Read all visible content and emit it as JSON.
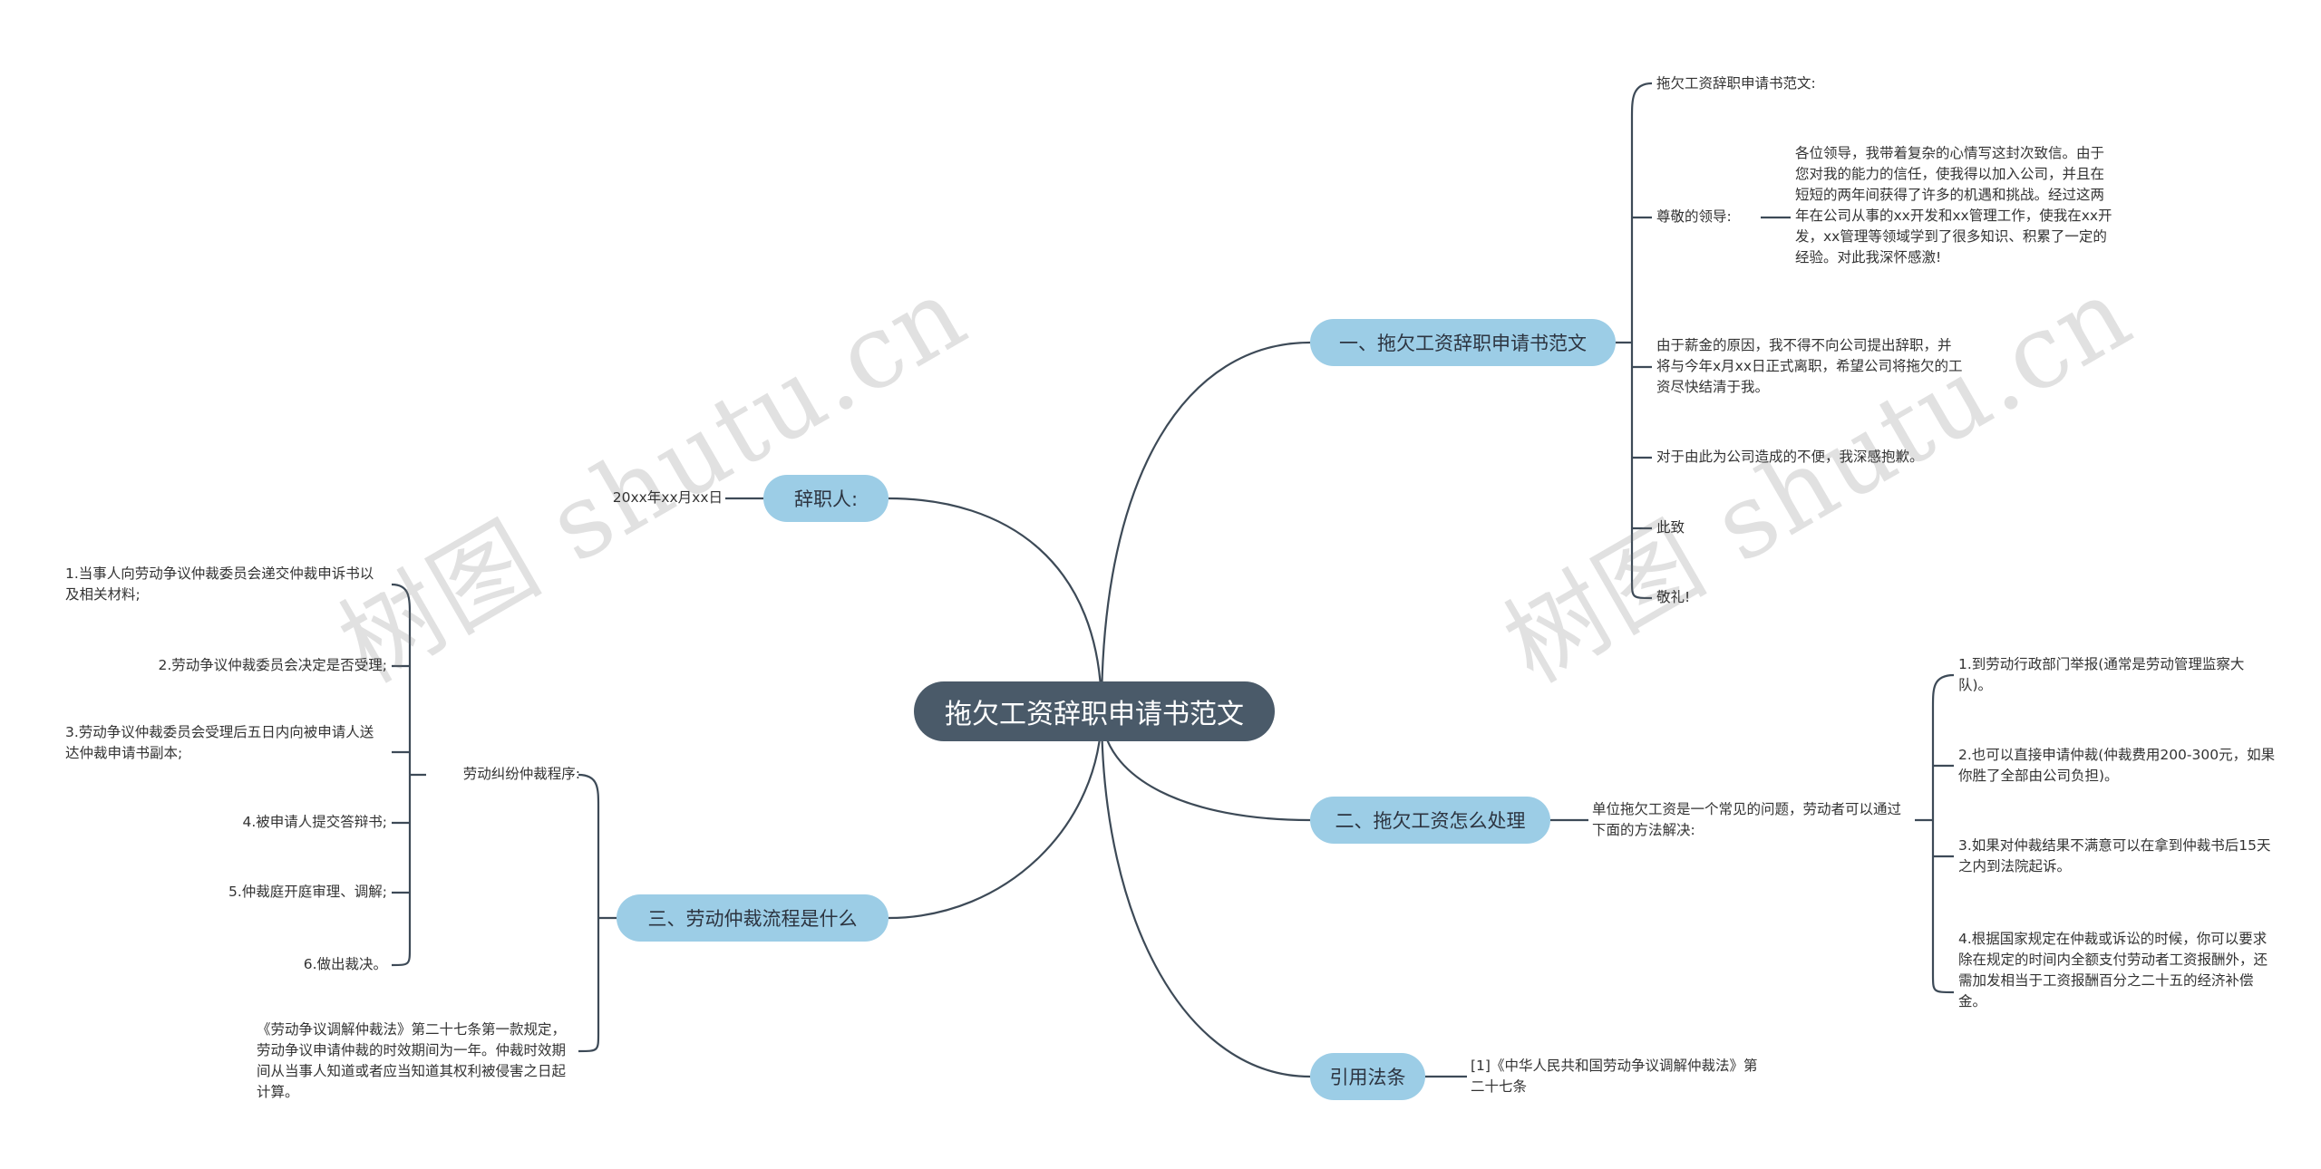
{
  "root": {
    "title": "拖欠工资辞职申请书范文"
  },
  "watermark": [
    "树图 shutu.cn",
    "树图 shutu.cn"
  ],
  "branch1": {
    "title": "一、拖欠工资辞职申请书范文",
    "items": [
      "拖欠工资辞职申请书范文:",
      "尊敬的领导:",
      "各位领导，我带着复杂的心情写这封次致信。由于您对我的能力的信任，使我得以加入公司，并且在短短的两年间获得了许多的机遇和挑战。经过这两年在公司从事的xx开发和xx管理工作，使我在xx开发，xx管理等领域学到了很多知识、积累了一定的经验。对此我深怀感激!",
      "由于薪金的原因，我不得不向公司提出辞职，并将与今年x月xx日正式离职，希望公司将拖欠的工资尽快结清于我。",
      "对于由此为公司造成的不便，我深感抱歉。",
      "此致",
      "敬礼!"
    ]
  },
  "branch2": {
    "title": "二、拖欠工资怎么处理",
    "intro": "单位拖欠工资是一个常见的问题，劳动者可以通过下面的方法解决:",
    "items": [
      "1.到劳动行政部门举报(通常是劳动管理监察大队)。",
      "2.也可以直接申请仲裁(仲裁费用200-300元，如果你胜了全部由公司负担)。",
      "3.如果对仲裁结果不满意可以在拿到仲裁书后15天之内到法院起诉。",
      "4.根据国家规定在仲裁或诉讼的时候，你可以要求除在规定的时间内全额支付劳动者工资报酬外，还需加发相当于工资报酬百分之二十五的经济补偿金。"
    ]
  },
  "branch3": {
    "title": "引用法条",
    "items": [
      "[1]《中华人民共和国劳动争议调解仲裁法》第二十七条"
    ]
  },
  "branch4": {
    "title": "辞职人:",
    "items": [
      "20xx年xx月xx日"
    ]
  },
  "branch5": {
    "title": "三、劳动仲裁流程是什么",
    "sub_title": "劳动纠纷仲裁程序:",
    "sub_items": [
      "1.当事人向劳动争议仲裁委员会递交仲裁申诉书以及相关材料;",
      "2.劳动争议仲裁委员会决定是否受理;",
      "3.劳动争议仲裁委员会受理后五日内向被申请人送达仲裁申请书副本;",
      "4.被申请人提交答辩书;",
      "5.仲裁庭开庭审理、调解;",
      "6.做出裁决。"
    ],
    "note": "《劳动争议调解仲裁法》第二十七条第一款规定，劳动争议申请仲裁的时效期间为一年。仲裁时效期间从当事人知道或者应当知道其权利被侵害之日起计算。"
  },
  "colors": {
    "root_bg": "#4a5a69",
    "branch_bg": "#9ccde6",
    "line": "#3d4a57"
  }
}
